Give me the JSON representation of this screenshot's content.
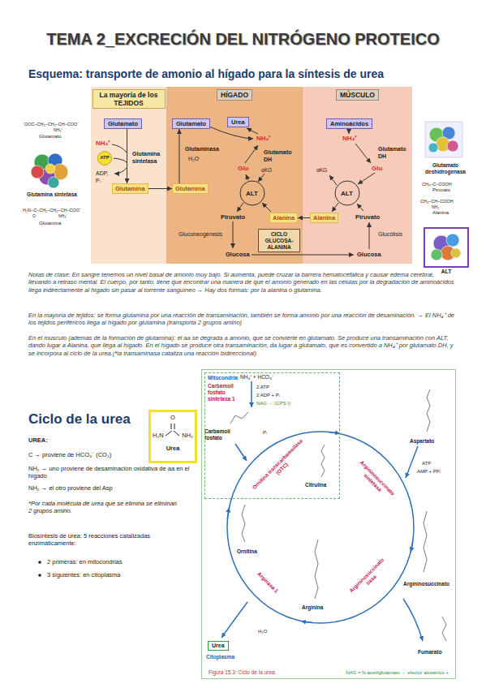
{
  "diagram": {
    "title": "TEMA 2_EXCRECIÓN DEL NITRÓGENO PROTEICO",
    "nodes": [
      {
        "text": [
          "La mayoría de los TEJIDOS"
        ]
      },
      {
        "text": [
          "Glutamato"
        ],
        "in": 0
      },
      {
        "text": [
          "ATP"
        ],
        "in": 0
      },
      {
        "text": [
          "Glutamina"
        ],
        "in": 0
      },
      {
        "text": [
          "HÍGADO"
        ]
      },
      {
        "text": [
          "Glutamato"
        ],
        "in": 4
      },
      {
        "text": [
          "Urea"
        ],
        "in": 4
      },
      {
        "text": [
          "Glutamina"
        ],
        "in": 4
      },
      {
        "text": [
          "Alanina"
        ],
        "in": 4
      },
      {
        "text": [
          "CICLO GLUCOSA-ALANINA"
        ],
        "in": 4
      },
      {
        "text": [
          "MÚSCULO"
        ]
      },
      {
        "text": [
          "Aminoácidos"
        ],
        "in": 10
      },
      {
        "text": [
          "Alanina"
        ],
        "in": 10
      },
      {
        "text": [
          "ALT"
        ]
      },
      {
        "text": [
          "O",
          "H₂N",
          "NH₂",
          "Urea"
        ]
      },
      {
        "text": [
          "Figura 15.3: Ciclo de la urea.",
          "NAG = N-acetilglutamato → efector alostérico +"
        ]
      },
      {
        "text": [
          "Mitocondria"
        ],
        "in": 15
      },
      {
        "text": [
          "Urea"
        ],
        "in": 15
      }
    ],
    "edges": [
      {
        "from": 1,
        "to": 3,
        "arrow": "to"
      },
      {
        "from": 3,
        "to": 7,
        "arrow": "to"
      },
      {
        "from": 7,
        "to": 5,
        "arrow": "to"
      },
      {
        "from": 12,
        "to": 8,
        "arrow": "to"
      }
    ],
    "labels": [
      "Esquema: transporte de amonio al hígado para la síntesis de urea",
      "⁻OOC–CH₂–CH₂–CH–COO⁻",
      "NH₃⁺",
      "Glutamato",
      "Glutamina sintetasa",
      "H₂N–C–CH₂–CH₂–CH–COO⁻",
      "O",
      "NH₃⁺",
      "Glutamina",
      "NH₄⁺",
      "Glutamina sintetasa",
      "ADP, Pᵢ",
      "NH₄⁺",
      "Glutaminasa",
      "H₂O",
      "Glutamato DH",
      "Glu",
      "αKG",
      "ALT",
      "Piruvato",
      "Gluconeogénesis",
      "Glucosa",
      "NH₄⁺",
      "Glutamato DH",
      "αKG",
      "Glu",
      "ALT",
      "Piruvato",
      "Glucólisis",
      "Glucosa",
      "Glutamato deshidrogenasa",
      "CH₃–C–COOH",
      "Piruvato",
      "CH₃–CH–COOH",
      "NH₂",
      "Alanina",
      "Notas de clase: En sangre tenemos un nivel basal de amonio muy bajo. Si aumenta, puede cruzar la barrera hematocefálica y causar edema cerebral, llevando a retraso mental. El cuerpo, por tanto, tiene que encontrar una manera de que el amonio generado en las células por la degradación de aminoácidos llega indirectamente al hígado sin pasar al torrente sanguíneo → Hay dos formas: por la alanina o glutamina.",
      "En la mayoría de tejidos: se forma glutamina por una reacción de transaminación, también se forma amonio por una reacción de desaminación. → El NH₄⁺ de los tejidos periféricos llega al hígado por glutamina (transporta 2 grupos amino)",
      "En el músculo (además de la formación de glutamina): el aa se degrada a amonio, que se convierte en glutamato. Se produce una transaminación con ALT, dando lugar a Alanina, que llega al hígado. En el hígado se produce otra transaminación, da lugar a glutamato, que es convertido a NH₄⁺ por glutamato DH, y se incorpora al ciclo de la urea.(*la transaminasa cataliza una reacción bidireccional)",
      "Ciclo de la urea",
      "UREA:",
      "C → proviene de HCO₃⁻ (CO₂)",
      "NH₂ → uno proviene de desaminación oxidativa de aa en el hígado",
      "NH₂ → el otro proviene del Asp",
      "*Por cada molécula de urea que se elimina se eliminan 2 grupos amino.",
      "Biosíntesis de urea: 5 reacciones catalizadas enzimáticamente:",
      "2 primeras: en mitocondrias",
      "3 siguientes: en citoplasma",
      "NH₄⁺ + HCO₃⁻",
      "2 ATP",
      "2 ADP + Pᵢ",
      "NAG → (CPS I)",
      "Carbamoil fosfato sintetasa 1",
      "Carbamoil fosfato",
      "Pᵢ",
      "Ornitina transcarbamoilasa (OTC)",
      "Citrulina",
      "Aspartato",
      "Argininosuccinato sintetasa",
      "ATP",
      "AMP + PPᵢ",
      "Argininosuccinato",
      "Argininosuccinato liasa",
      "Fumarato",
      "Arginina",
      "Arginasa 1",
      "H₂O",
      "Citoplasma",
      "Ornitina"
    ]
  }
}
